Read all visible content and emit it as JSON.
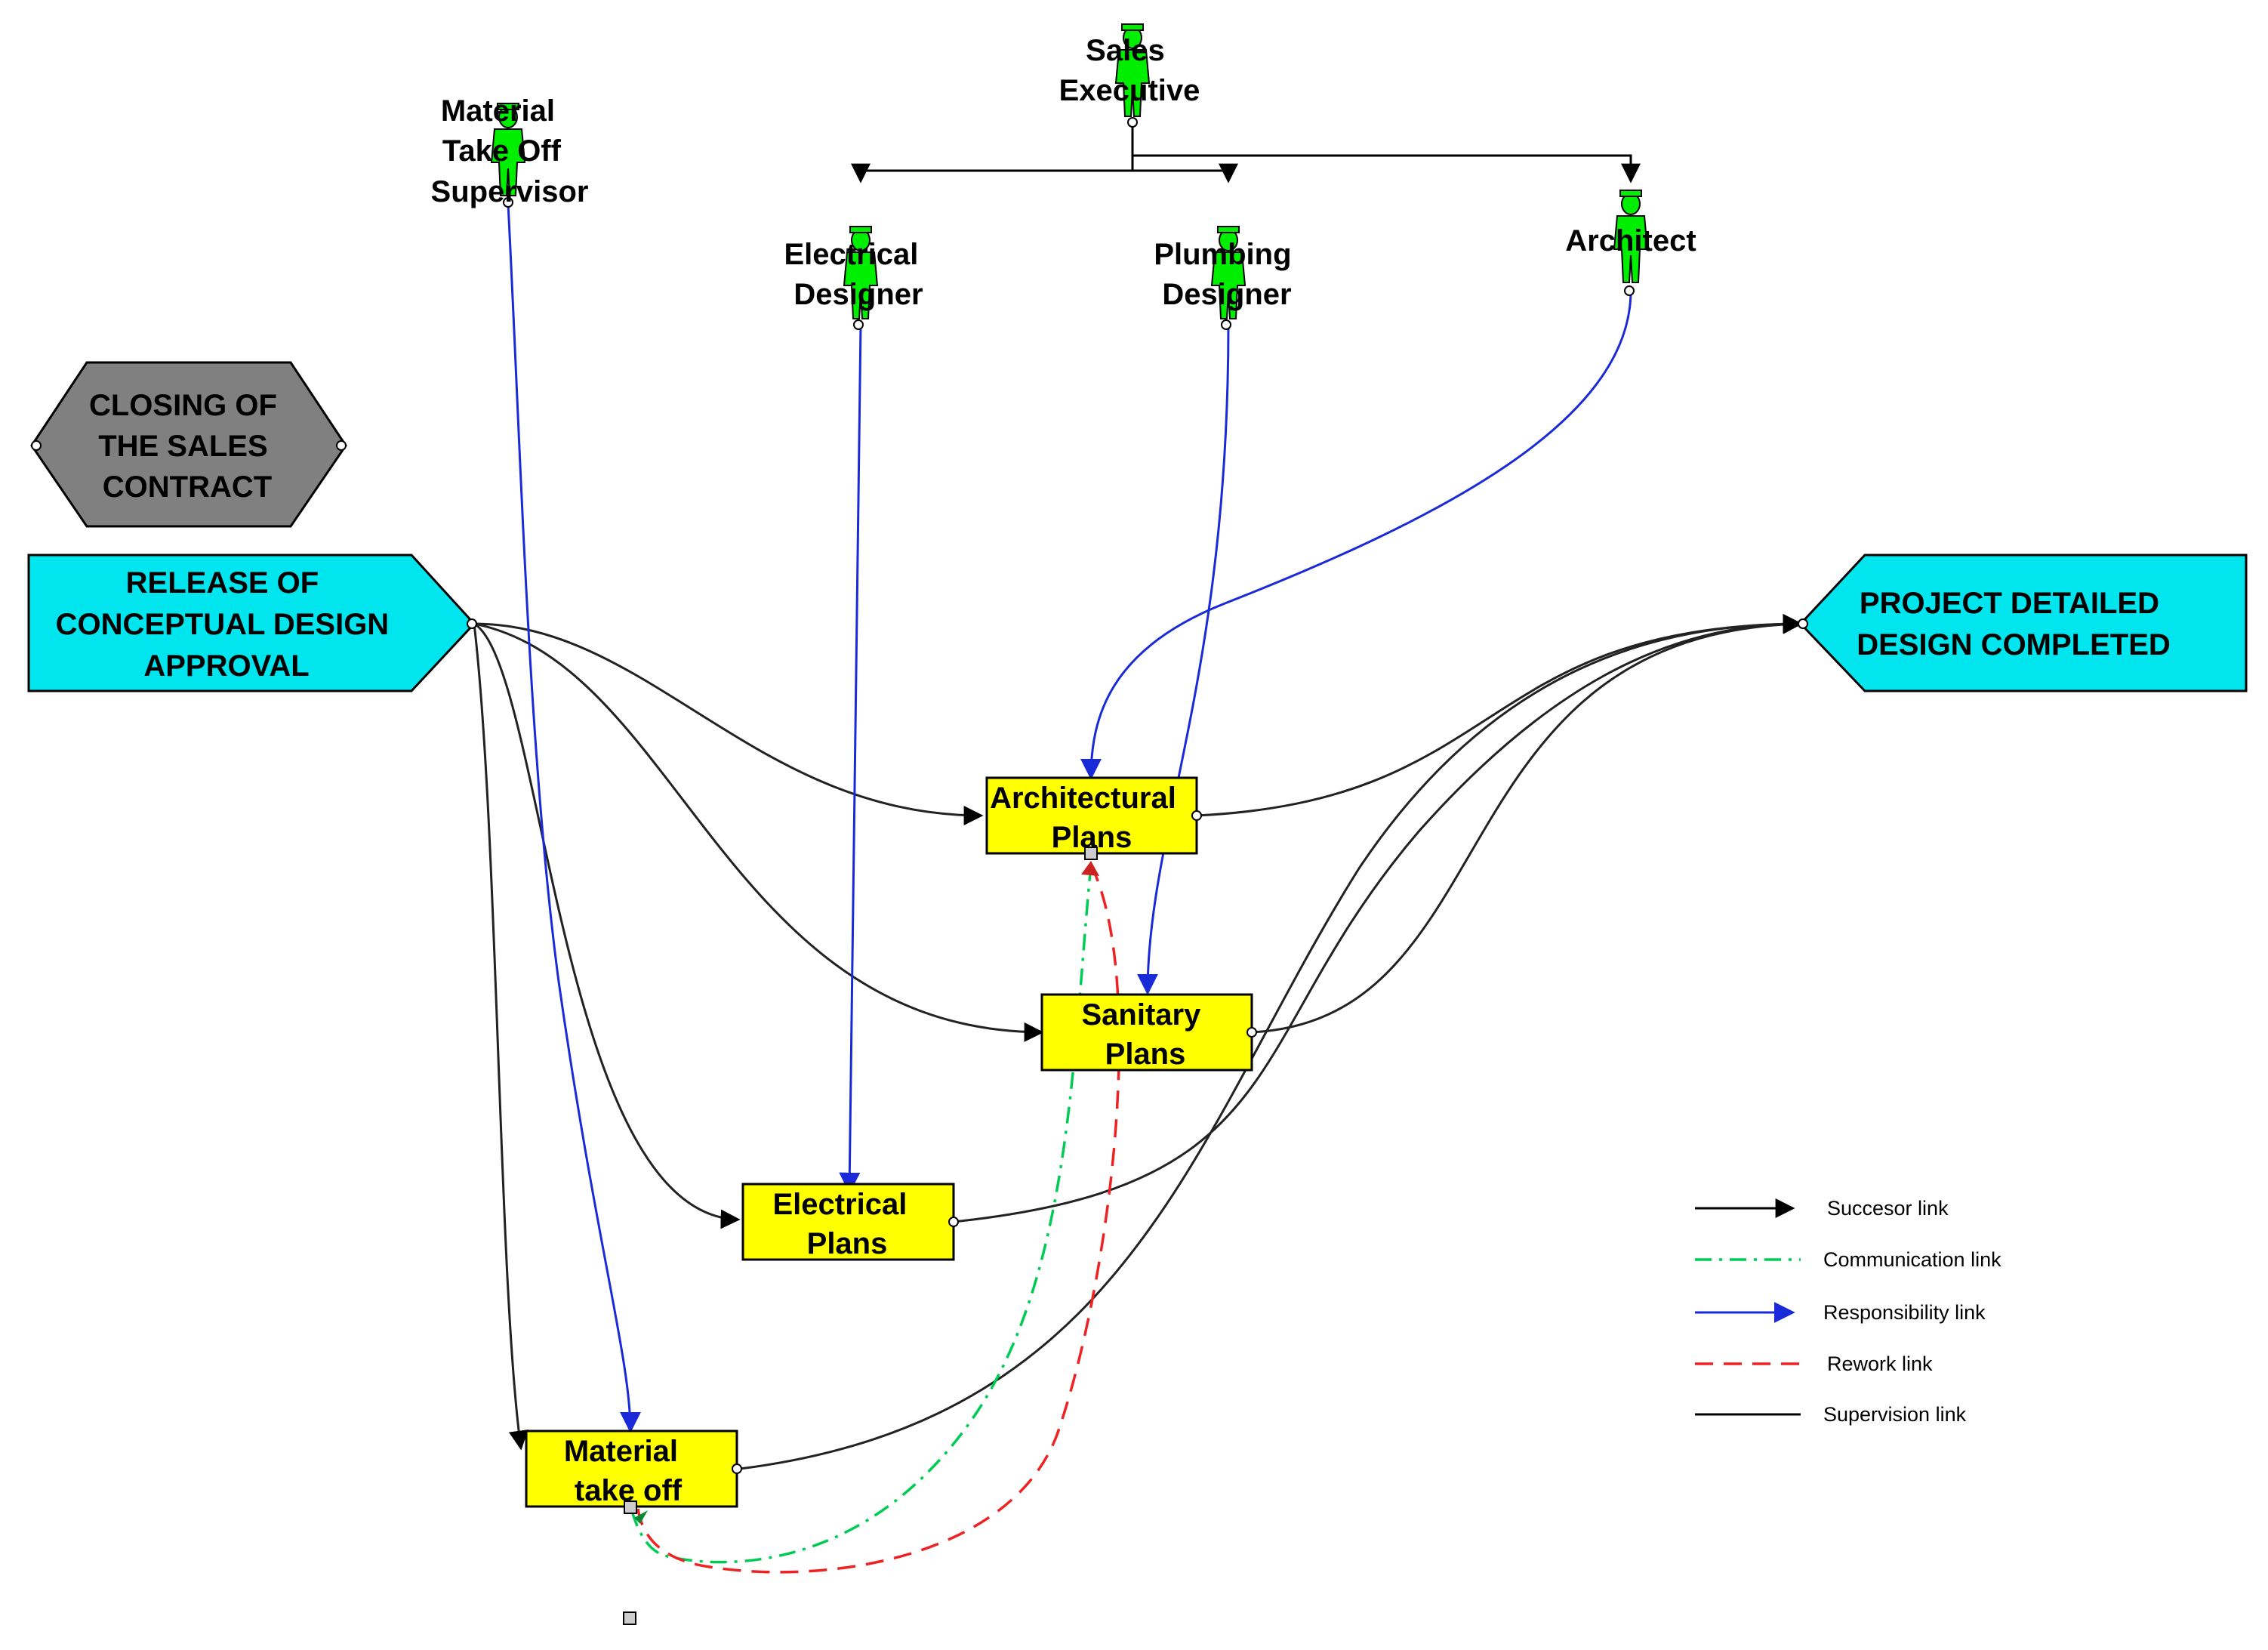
{
  "colors": {
    "milestone": "#00e5ee",
    "closing_milestone": "#808080",
    "task": "#ffff00",
    "person": "#00ee00",
    "successor": "#000000",
    "responsibility": "#2233ee",
    "communication": "#00cc55",
    "rework": "#ee2222",
    "supervision": "#000000"
  },
  "actors": {
    "sales_executive": [
      "Sales",
      "Executive"
    ],
    "material_supervisor": [
      "Material",
      "Take Off",
      "Supervisor"
    ],
    "electrical_designer": [
      "Electrical",
      "Designer"
    ],
    "plumbing_designer": [
      "Plumbing",
      "Designer"
    ],
    "architect": [
      "Architect"
    ]
  },
  "milestones": {
    "closing": [
      "CLOSING OF",
      "THE SALES",
      "CONTRACT"
    ],
    "release": [
      "RELEASE OF",
      "CONCEPTUAL DESIGN",
      "APPROVAL"
    ],
    "completed": [
      "PROJECT DETAILED",
      "DESIGN COMPLETED"
    ]
  },
  "tasks": {
    "architectural": [
      "Architectural",
      "Plans"
    ],
    "sanitary": [
      "Sanitary",
      "Plans"
    ],
    "electrical": [
      "Electrical",
      "Plans"
    ],
    "material": [
      "Material",
      "take off"
    ]
  },
  "legend": {
    "successor": "Succesor link",
    "communication": "Communication link",
    "responsibility": "Responsibility link",
    "rework": "Rework link",
    "supervision": "Supervision link"
  }
}
